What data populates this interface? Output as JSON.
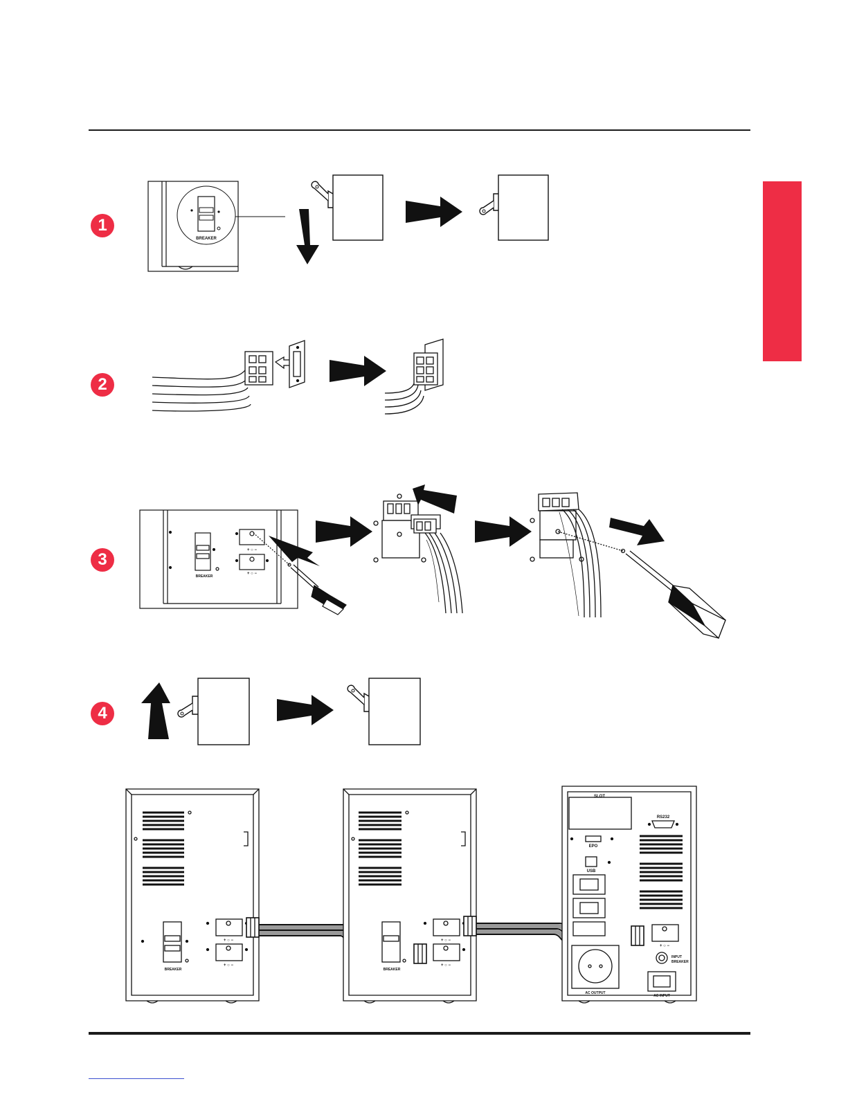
{
  "steps": [
    {
      "number": "1"
    },
    {
      "number": "2"
    },
    {
      "number": "3"
    },
    {
      "number": "4"
    }
  ],
  "labels": {
    "breaker": "BREAKER",
    "slot": "SLOT",
    "rs232": "RS232",
    "epo": "EPO",
    "usb": "USB",
    "ac_output": "AC OUTPUT",
    "ac_input": "AC INPUT",
    "input_breaker_line1": "INPUT",
    "input_breaker_line2": "BREAKER",
    "terminal_marks": "+  ○  −"
  },
  "colors": {
    "accent": "#ee2d45",
    "line": "#1a1a1a",
    "cable": "#9a9a9a"
  }
}
